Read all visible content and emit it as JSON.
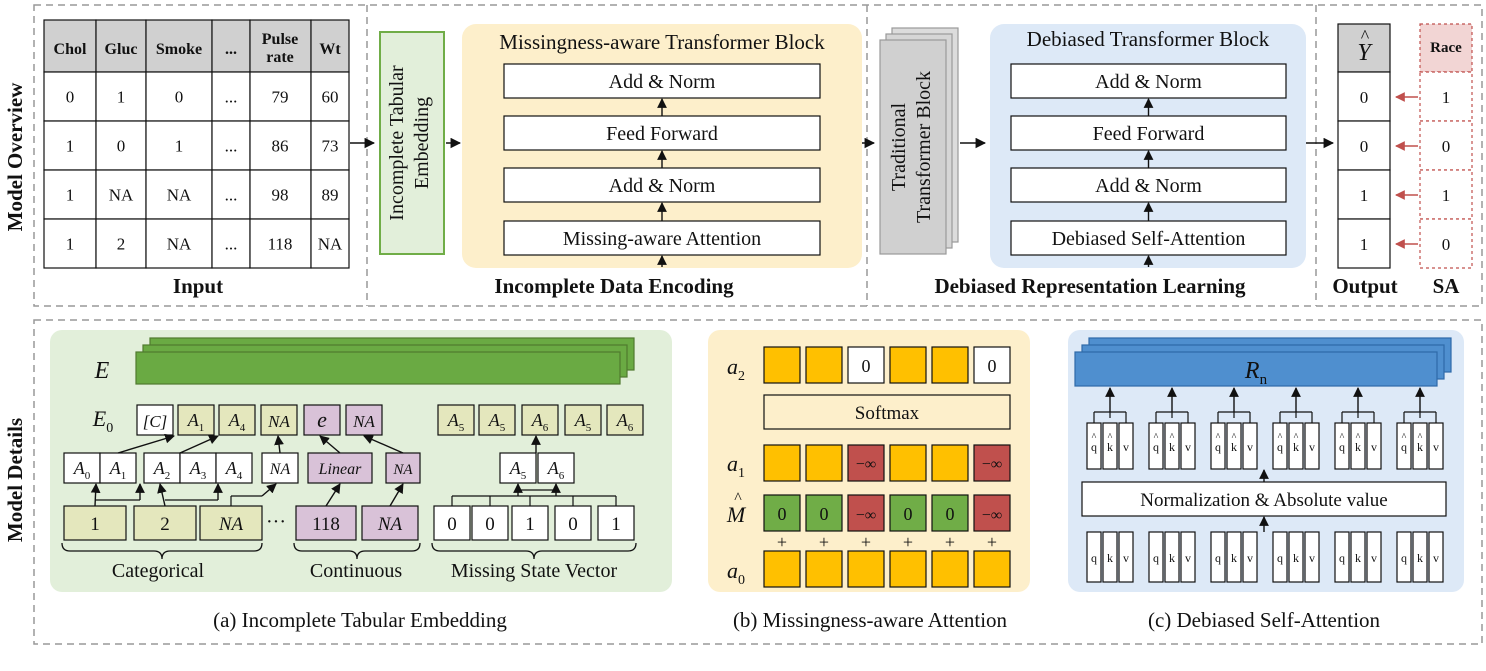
{
  "overview": {
    "side_label": "Model Overview",
    "input": {
      "headers": [
        "Chol",
        "Gluc",
        "Smoke",
        "...",
        "Pulse",
        "rate",
        "Wt"
      ],
      "rows": [
        [
          "0",
          "1",
          "0",
          "...",
          "79",
          "60"
        ],
        [
          "1",
          "0",
          "1",
          "...",
          "86",
          "73"
        ],
        [
          "1",
          "NA",
          "NA",
          "...",
          "98",
          "89"
        ],
        [
          "1",
          "2",
          "NA",
          "...",
          "118",
          "NA"
        ]
      ],
      "caption": "Input"
    },
    "embedding_label": [
      "Incomplete Tabular",
      "Embedding"
    ],
    "mt_block": {
      "title": "Missingness-aware Transformer Block",
      "layers": [
        "Add & Norm",
        "Feed Forward",
        "Add & Norm",
        "Missing-aware Attention"
      ]
    },
    "encoding_caption": "Incomplete Data Encoding",
    "traditional_label": [
      "Traditional",
      "Transformer Block"
    ],
    "dt_block": {
      "title": "Debiased Transformer Block",
      "layers": [
        "Add & Norm",
        "Feed Forward",
        "Add & Norm",
        "Debiased  Self-Attention"
      ]
    },
    "debiased_caption": "Debiased Representation Learning",
    "output": {
      "header": "Y",
      "hat": "^",
      "values": [
        "0",
        "0",
        "1",
        "1"
      ],
      "caption": "Output"
    },
    "sa": {
      "header": "Race",
      "values": [
        "1",
        "0",
        "1",
        "0"
      ],
      "caption": "SA"
    }
  },
  "details": {
    "side_label": "Model Details",
    "a": {
      "E": "E",
      "E0": "E",
      "E0_sub": "0",
      "tokens_left": [
        "[C]",
        "A",
        "A",
        "NA",
        "e",
        "NA"
      ],
      "token_subs": [
        "",
        "1",
        "4",
        "",
        "",
        ""
      ],
      "tokens_right": [
        "A",
        "A",
        "A",
        "A",
        "A"
      ],
      "tokens_right_subs": [
        "5",
        "5",
        "6",
        "5",
        "6"
      ],
      "groups": [
        {
          "items": [
            "A",
            "A"
          ],
          "subs": [
            "0",
            "1"
          ]
        },
        {
          "items": [
            "A",
            "A",
            "A"
          ],
          "subs": [
            "2",
            "3",
            "4"
          ]
        },
        {
          "items": [
            "NA"
          ],
          "subs": [
            ""
          ]
        }
      ],
      "linear": "Linear",
      "linear_na": "NA",
      "msv_top": [
        "A",
        "A"
      ],
      "msv_top_subs": [
        "5",
        "6"
      ],
      "cat_values": [
        "1",
        "2",
        "NA"
      ],
      "ellipsis": "···",
      "cont_values": [
        "118",
        "NA"
      ],
      "msv_values": [
        "0",
        "0",
        "1",
        "0",
        "1"
      ],
      "brace_labels": [
        "Categorical",
        "Continuous",
        "Missing State Vector"
      ],
      "caption": "(a) Incomplete Tabular Embedding"
    },
    "b": {
      "a2_label": "a",
      "a2_sub": "2",
      "a2_cells": [
        "",
        "",
        "0",
        "",
        "",
        "0"
      ],
      "softmax": "Softmax",
      "a1_label": "a",
      "a1_sub": "1",
      "a1_cells": [
        "",
        "",
        "−∞",
        "",
        "",
        "−∞"
      ],
      "m_label": "M",
      "m_cells": [
        "0",
        "0",
        "−∞",
        "0",
        "0",
        "−∞"
      ],
      "plus": "+",
      "a0_label": "a",
      "a0_sub": "0",
      "caption": "(b) Missingness-aware Attention"
    },
    "c": {
      "R": "R",
      "R_sub": "n",
      "hat_qkv": [
        "q",
        "k",
        "v"
      ],
      "normalization": "Normalization & Absolute value",
      "qkv": [
        "q",
        "k",
        "v"
      ],
      "caption": "(c) Debiased Self-Attention"
    }
  },
  "colors": {
    "green_bg": "#e2efda",
    "yellow_bg": "#fdefcb",
    "blue_bg": "#dde9f7",
    "green_bar": "#6aaa43",
    "orange": "#ffc000",
    "red": "#c0504d",
    "blue_bar": "#4f8fcf",
    "olive": "#e4e7bd",
    "purple": "#d9c2d8",
    "gray": "#d0d0d0",
    "green_cell": "#70ad47"
  }
}
